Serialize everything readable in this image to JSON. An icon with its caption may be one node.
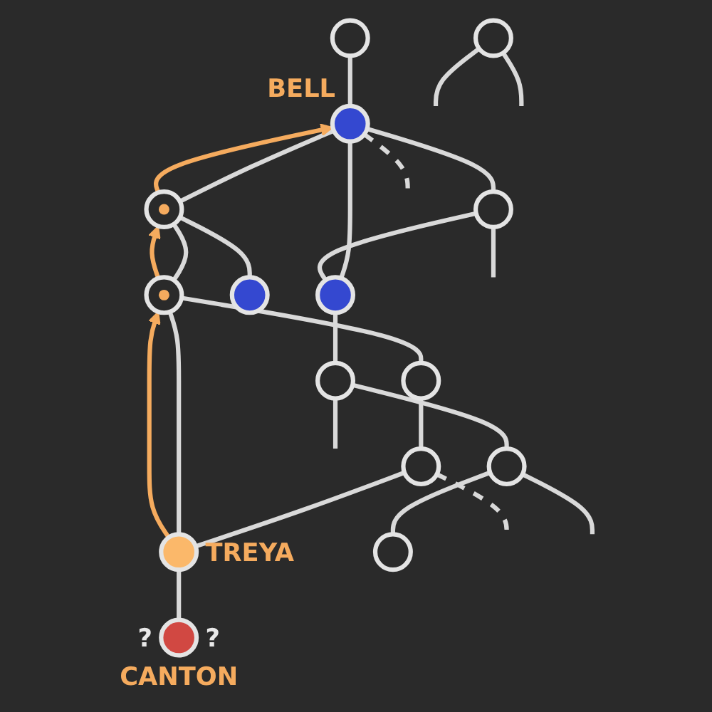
{
  "diagram": {
    "nodes": [
      {
        "text": [],
        "shape": "circle"
      },
      {
        "text": [],
        "shape": "circle",
        "beside": [
          "BELL"
        ]
      },
      {
        "text": [],
        "shape": "circle"
      },
      {
        "text": [],
        "shape": "circle"
      },
      {
        "text": [],
        "shape": "circle"
      },
      {
        "text": [],
        "shape": "circle"
      },
      {
        "text": [],
        "shape": "circle",
        "beside": [
          "TREYA"
        ]
      },
      {
        "text": [],
        "shape": "circle"
      },
      {
        "text": [],
        "shape": "circle"
      },
      {
        "text": [],
        "shape": "circle",
        "beside": [
          "?",
          "?",
          "CANTON"
        ]
      },
      {
        "text": [],
        "shape": "circle"
      },
      {
        "text": [],
        "shape": "circle"
      },
      {
        "text": [],
        "shape": "circle"
      },
      {
        "text": [],
        "shape": "circle"
      },
      {
        "text": [],
        "shape": "circle"
      }
    ],
    "edges": [
      {
        "from": 0,
        "to": 1,
        "arrow": "none"
      },
      {
        "from": 1,
        "to": 2,
        "arrow": "none"
      },
      {
        "from": 2,
        "to": 3,
        "arrow": "none"
      },
      {
        "from": 2,
        "to": 8,
        "arrow": "none"
      },
      {
        "from": 3,
        "to": 4,
        "arrow": "none"
      },
      {
        "from": 4,
        "to": 5,
        "arrow": "none"
      },
      {
        "from": 5,
        "to": 6,
        "arrow": "none"
      },
      {
        "from": 3,
        "to": 6,
        "arrow": "none"
      },
      {
        "from": 6,
        "to": 9,
        "arrow": "none"
      },
      {
        "from": 1,
        "to": 7,
        "arrow": "none"
      },
      {
        "from": 1,
        "to": 10,
        "arrow": "none"
      },
      {
        "from": 7,
        "to": 10,
        "arrow": "none"
      },
      {
        "from": 10,
        "to": 13,
        "arrow": "none"
      },
      {
        "from": 13,
        "to": 14,
        "arrow": "none"
      },
      {
        "from": 14,
        "to": 12,
        "arrow": "none"
      },
      {
        "from": 1,
        "to": null,
        "arrow": "none",
        "style": "dashed"
      },
      {
        "from": 5,
        "to": null,
        "arrow": "none",
        "style": "dashed"
      },
      {
        "from": 7,
        "to": null,
        "arrow": "none"
      },
      {
        "from": 11,
        "to": null,
        "arrow": "none"
      },
      {
        "from": 11,
        "to": null,
        "arrow": "none"
      },
      {
        "from": 13,
        "to": null,
        "arrow": "none"
      },
      {
        "from": 14,
        "to": null,
        "arrow": "none"
      },
      {
        "from": 6,
        "to": 3,
        "arrow": "to",
        "color": "#f5ab5e"
      },
      {
        "from": 3,
        "to": 2,
        "arrow": "to",
        "color": "#f5ab5e"
      },
      {
        "from": 2,
        "to": 1,
        "arrow": "to",
        "color": "#f5ab5e"
      }
    ]
  }
}
